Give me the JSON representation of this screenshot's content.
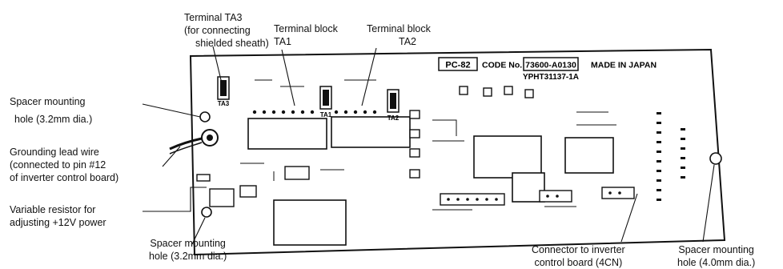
{
  "labels": {
    "terminal_ta3": {
      "line1": "Terminal TA3",
      "line2": "(for connecting",
      "line3": "shielded sheath)"
    },
    "terminal_block_ta1": {
      "line1": "Terminal block",
      "line2": "TA1"
    },
    "terminal_block_ta2": {
      "line1": "Terminal block",
      "line2": "TA2"
    },
    "spacer_hole_top_left": {
      "line1": "Spacer mounting",
      "line2": "hole  (3.2mm dia.)"
    },
    "grounding_lead": {
      "line1": "Grounding lead wire",
      "line2": "(connected to pin #12",
      "line3": "of inverter control board)"
    },
    "variable_resistor": {
      "line1": "Variable resistor for",
      "line2": "adjusting +12V power"
    },
    "spacer_hole_bottom_left": {
      "line1": "Spacer   mounting",
      "line2": "hole (3.2mm dia.)"
    },
    "connector_4cn": {
      "line1": "Connector to inverter",
      "line2": "control board (4CN)"
    },
    "spacer_hole_right": {
      "line1": "Spacer  mounting",
      "line2": "hole (4.0mm dia.)"
    }
  },
  "board": {
    "model_box": "PC-82",
    "code_label": "CODE No.",
    "code_number": "73600-A0130",
    "made_in": "MADE IN JAPAN",
    "part_number": "YPHT31137-1A",
    "ta1_mark": "TA1",
    "ta2_mark": "TA2",
    "ta3_mark": "TA3"
  },
  "colors": {
    "ink": "#111111",
    "board_fill": "#ffffff"
  }
}
